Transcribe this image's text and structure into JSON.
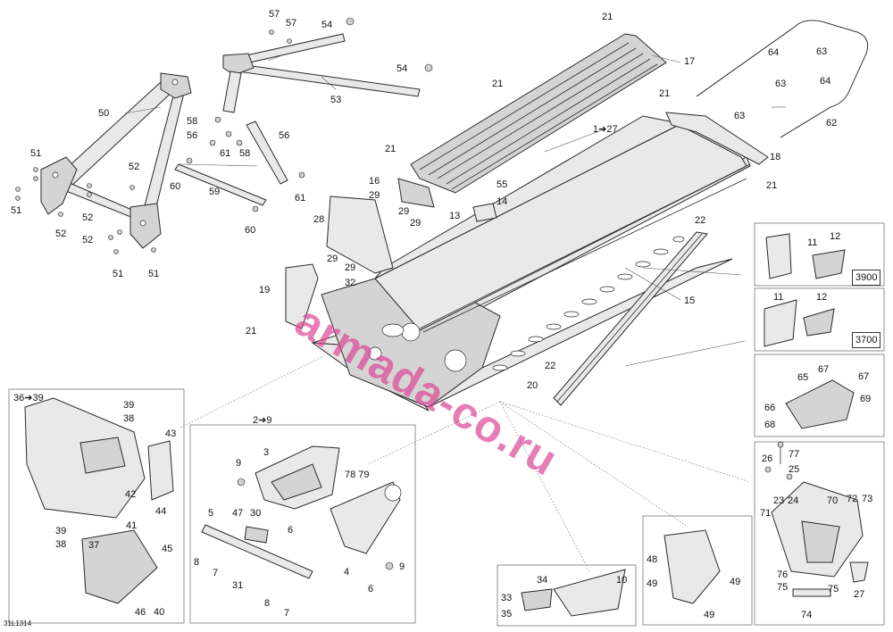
{
  "diagram_id": "31L1314",
  "watermark": "armada-co.ru",
  "variant_tags": [
    "3900",
    "3700"
  ],
  "callouts": {
    "c57a": "57",
    "c57b": "57",
    "c54a": "54",
    "c54b": "54",
    "c53": "53",
    "c50": "50",
    "c51a": "51",
    "c51b": "51",
    "c51c": "51",
    "c51d": "51",
    "c52a": "52",
    "c52b": "52",
    "c52c": "52",
    "c52d": "52",
    "c58a": "58",
    "c58b": "58",
    "c56a": "56",
    "c56b": "56",
    "c61a": "61",
    "c61b": "61",
    "c60a": "60",
    "c60b": "60",
    "c59": "59",
    "c21a": "21",
    "c21b": "21",
    "c21c": "21",
    "c21d": "21",
    "c21e": "21",
    "c21f": "21",
    "c17": "17",
    "c16": "16",
    "c29a": "29",
    "c29b": "29",
    "c29c": "29",
    "c29d": "29",
    "c29e": "29",
    "c28": "28",
    "c13": "13",
    "c14": "14",
    "c55": "55",
    "c127": "1➔27",
    "c18": "18",
    "c62": "62",
    "c63a": "63",
    "c63b": "63",
    "c63c": "63",
    "c64a": "64",
    "c64b": "64",
    "c22a": "22",
    "c22b": "22",
    "c15": "15",
    "c20": "20",
    "c19": "19",
    "c32": "32",
    "c11a": "11",
    "c12a": "12",
    "c11b": "11",
    "c12b": "12",
    "c65": "65",
    "c66": "66",
    "c67a": "67",
    "c67b": "67",
    "c68": "68",
    "c69": "69",
    "c3639": "36➔39",
    "c39a": "39",
    "c38a": "38",
    "c39b": "39",
    "c38b": "38",
    "c43": "43",
    "c42": "42",
    "c44": "44",
    "c41": "41",
    "c37": "37",
    "c45": "45",
    "c46": "46",
    "c40": "40",
    "c29range": "2➔9",
    "c3": "3",
    "c9a": "9",
    "c9b": "9",
    "c7879": "78 79",
    "c5": "5",
    "c47": "47",
    "c30": "30",
    "c6a": "6",
    "c6b": "6",
    "c8a": "8",
    "c8b": "8",
    "c7a": "7",
    "c7b": "7",
    "c31": "31",
    "c4": "4",
    "c48": "48",
    "c49a": "49",
    "c49b": "49",
    "c49c": "49",
    "c34": "34",
    "c10": "10",
    "c33": "33",
    "c35": "35",
    "c26": "26",
    "c77": "77",
    "c25": "25",
    "c23": "23",
    "c24": "24",
    "c70": "70",
    "c72": "72",
    "c73": "73",
    "c71": "71",
    "c76": "76",
    "c75a": "75",
    "c75b": "75",
    "c27": "27",
    "c74": "74"
  }
}
